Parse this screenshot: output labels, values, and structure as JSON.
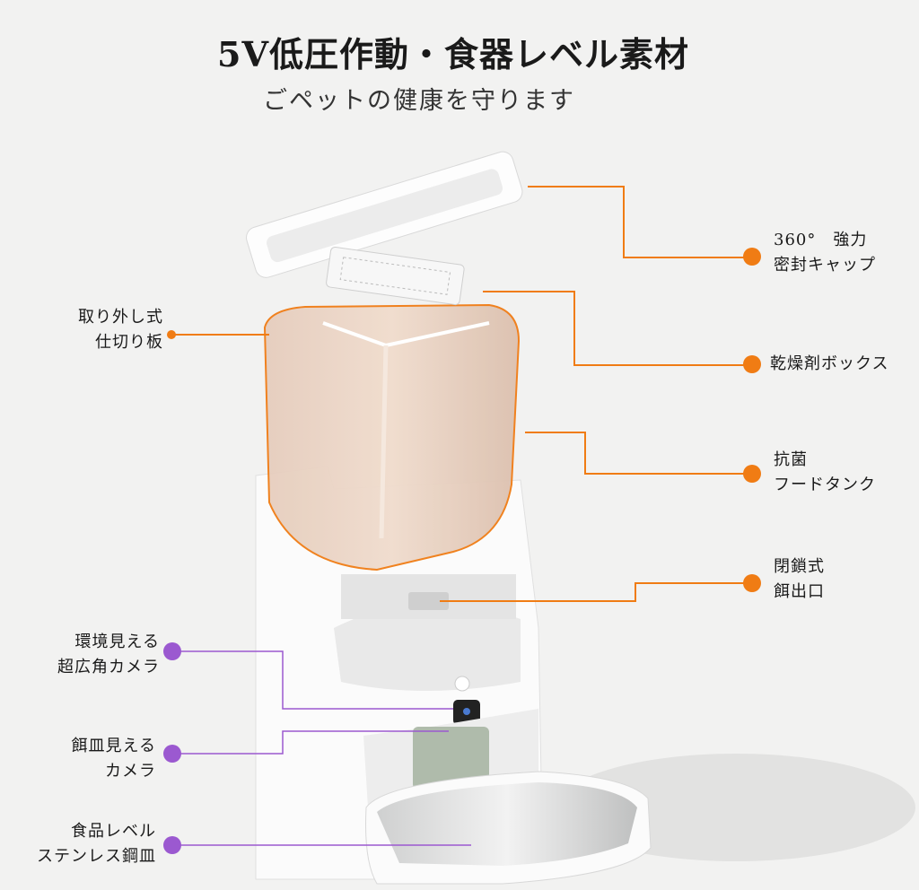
{
  "header": {
    "title": "5V低圧作動・食器レベル素材",
    "subtitle": "ごペットの健康を守ります"
  },
  "colors": {
    "orange": "#f07c14",
    "purple": "#9b59d0"
  },
  "callouts_right": [
    {
      "line1": "360°　強力",
      "line2": "密封キャップ"
    },
    {
      "line1": "乾燥剤ボックス",
      "line2": ""
    },
    {
      "line1": "抗菌",
      "line2": "フードタンク"
    },
    {
      "line1": "閉鎖式",
      "line2": "餌出口"
    }
  ],
  "callouts_left": [
    {
      "line1": "取り外し式",
      "line2": "仕切り板"
    },
    {
      "line1": "環境見える",
      "line2": "超広角カメラ"
    },
    {
      "line1": "餌皿見える",
      "line2": "カメラ"
    },
    {
      "line1": "食品レベル",
      "line2": "ステンレス鋼皿"
    }
  ]
}
